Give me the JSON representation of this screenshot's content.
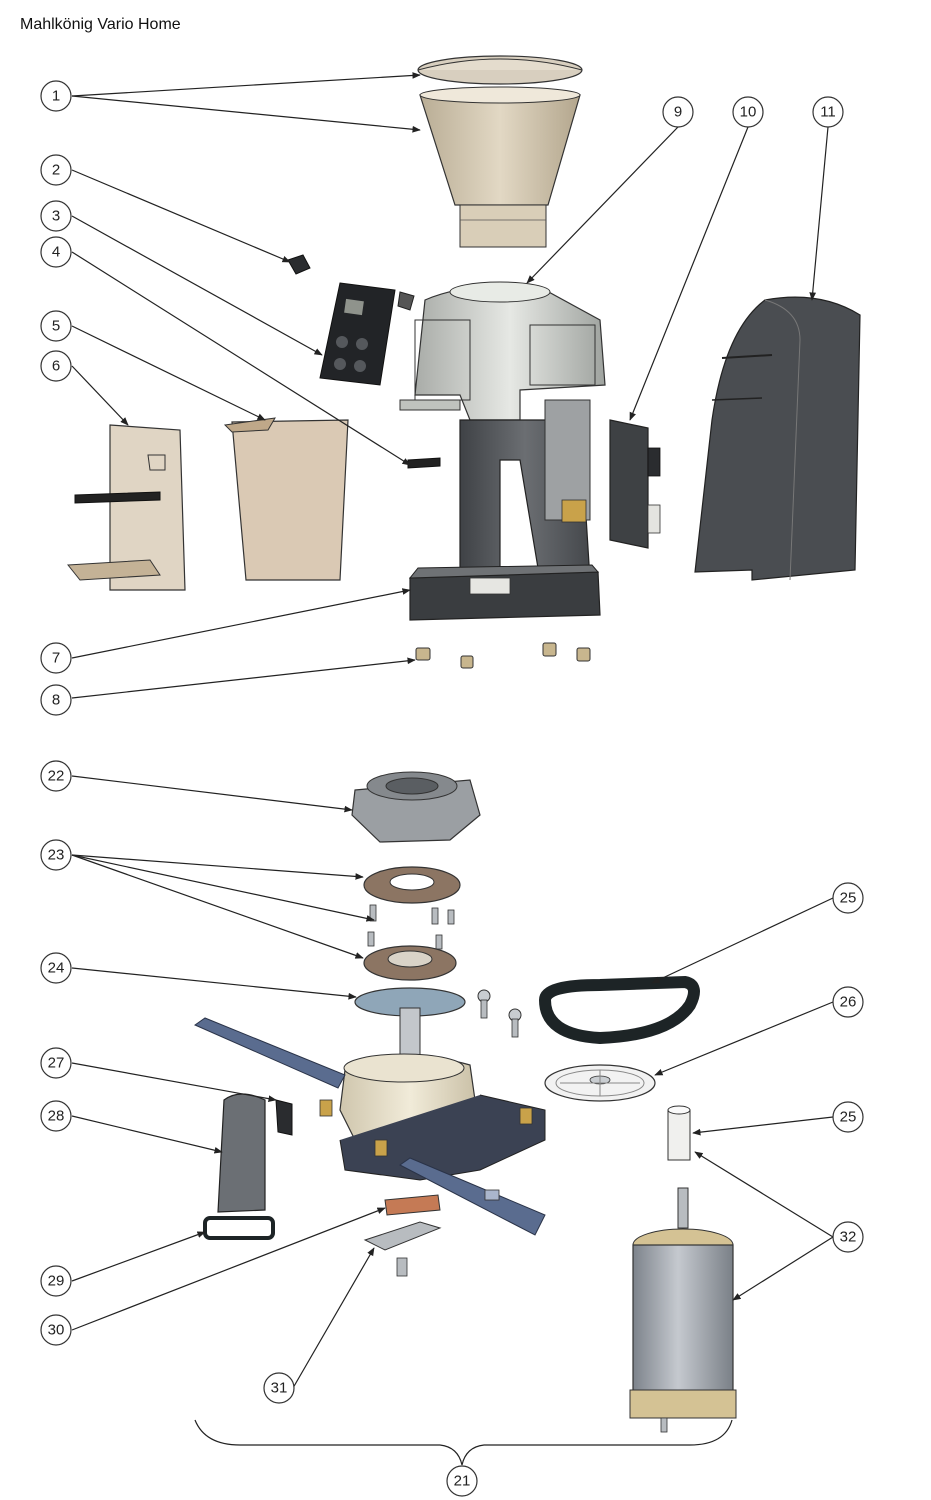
{
  "title": "Mahlkönig Vario Home",
  "callouts": {
    "c1": "1",
    "c2": "2",
    "c3": "3",
    "c4": "4",
    "c5": "5",
    "c6": "6",
    "c7": "7",
    "c8": "8",
    "c9": "9",
    "c10": "10",
    "c11": "11",
    "c21": "21",
    "c22": "22",
    "c23": "23",
    "c24": "24",
    "c25a": "25",
    "c25b": "25",
    "c26": "26",
    "c27": "27",
    "c28": "28",
    "c29": "29",
    "c30": "30",
    "c31": "31",
    "c32": "32"
  },
  "colors": {
    "hopper": "#cbbfa8",
    "housing_dark": "#55585c",
    "housing_silver": "#c9ccc8",
    "panel_black": "#222427",
    "burr_brown": "#8c7563",
    "burr_carrier": "#8fa6b8",
    "gearbox_cream": "#e6dfca",
    "arm_blue": "#5a6c8f",
    "motor_grey": "#9aa0a8",
    "belt_black": "#1d2426",
    "gear_white": "#f2f2f2",
    "cup_tan": "#cdb79b"
  }
}
